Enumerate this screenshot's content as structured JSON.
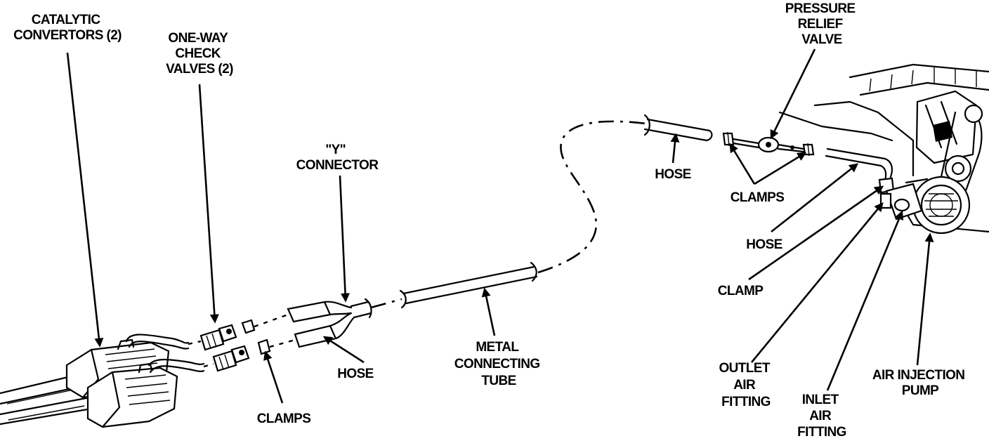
{
  "labels": {
    "catalytic_convertors": [
      "CATALYTIC",
      "CONVERTORS (2)"
    ],
    "check_valves": [
      "ONE-WAY",
      "CHECK",
      "VALVES (2)"
    ],
    "y_connector": [
      "\"Y\"",
      "CONNECTOR"
    ],
    "clamps_lower": [
      "CLAMPS"
    ],
    "hose_lower": [
      "HOSE"
    ],
    "metal_tube": [
      "METAL",
      "CONNECTING",
      "TUBE"
    ],
    "hose_upper": [
      "HOSE"
    ],
    "clamps_upper": [
      "CLAMPS"
    ],
    "pressure_relief_valve": [
      "PRESSURE",
      "RELIEF",
      "VALVE"
    ],
    "hose_pump": [
      "HOSE"
    ],
    "clamp_pump": [
      "CLAMP"
    ],
    "outlet_air_fitting": [
      "OUTLET",
      "AIR",
      "FITTING"
    ],
    "inlet_air_fitting": [
      "INLET",
      "AIR",
      "FITTING"
    ],
    "air_injection_pump": [
      "AIR INJECTION",
      "PUMP"
    ]
  }
}
